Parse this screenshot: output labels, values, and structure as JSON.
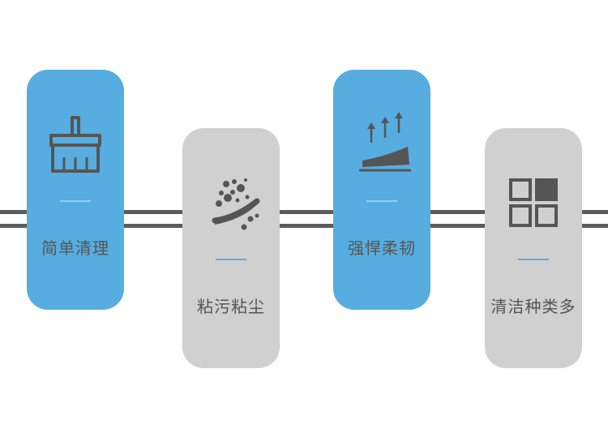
{
  "features": [
    {
      "label": "简单清理",
      "icon": "brush-icon",
      "style": "blue"
    },
    {
      "label": "粘污粘尘",
      "icon": "dust-particles-icon",
      "style": "gray"
    },
    {
      "label": "强悍柔韧",
      "icon": "flexible-strong-icon",
      "style": "blue"
    },
    {
      "label": "清洁种类多",
      "icon": "grid-squares-icon",
      "style": "gray"
    }
  ],
  "colors": {
    "blue_card": "#57ade0",
    "gray_card": "#d0d0d0",
    "line": "#5b5b5b",
    "icon": "#555555",
    "text": "#555555"
  }
}
